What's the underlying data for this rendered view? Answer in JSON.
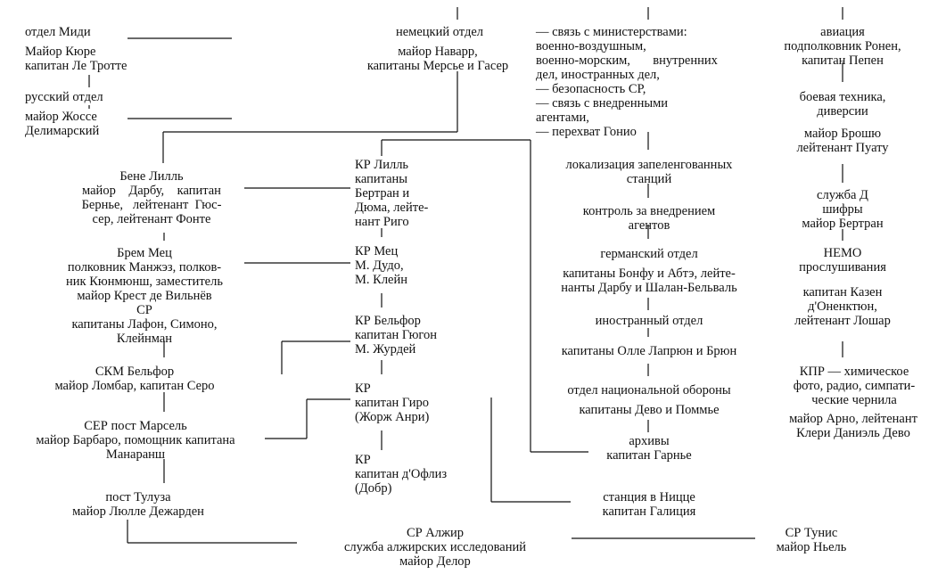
{
  "nodes": {
    "midi": "отдел Миди",
    "midi_staff": "Майор Кюре\nкапитан Ле Тротте",
    "russian": "русский отдел",
    "russian_staff": "майор Жоссе\nДелимарский",
    "german": "немецкий отдел",
    "german_staff": "майор Наварр,\nкапитаны Мерсье и Гасер",
    "liaison": "— связь с министерствами:\nвоенно-воздушным,\nвоенно-морским,       внутренних\nдел, иностранных дел,\n— безопасность СР,\n— связь с внедренными\nагентами,\n— перехват Гонио",
    "aviation": "авиация\nподполковник Ронен,\nкапитан Пепен",
    "bene_lille": "Бене Лилль\nмайор    Дарбу,    капитан\nБернье,   лейтенант  Гюс-\nсер, лейтенант Фонте",
    "kr_lille": "КР Лилль\nкапитаны\nБертран и\nДюма, лейте-\nнант Риго",
    "localization": "локализация запеленгованных\nстанций",
    "combat": "боевая техника,\nдиверсии",
    "combat_staff": "майор Брошю\nлейтенант Пуату",
    "control": "контроль за внедрением\nагентов",
    "service_d": "служба Д\nшифры\nмайор Бертран",
    "brem_metz": "Брем Мец\nполковник Манжэз, полков-\nник Кюнмюнш, заместитель\nмайор Крест де Вильнёв\nСР\nкапитаны Лафон, Симоно,\nКлейнман",
    "kr_metz": "КР Мец\nМ. Дудо,\nМ. Клейн",
    "german_dept": "германский отдел",
    "german_dept_staff": "капитаны Бонфу и Абтэ, лейте-\nнанты Дарбу и Шалан-Бельваль",
    "nemo": "НЕМО\nпрослушивания",
    "nemo_staff": "капитан Казен\nд'Оненктюн,\nлейтенант Лошар",
    "foreign_dept": "иностранный отдел",
    "kr_belfort": "КР Бельфор\nкапитан Гюгон\nМ. Журдей",
    "foreign_staff": "капитаны Олле Лапрюн и Брюн",
    "skm_belfort": "СКМ Бельфор\nмайор Ломбар, капитан Серо",
    "kpr": "КПР — химическое\nфото, радио, симпати-\nческие чернила",
    "national_defense": "отдел национальной обороны",
    "kr_giro": "КР\nкапитан Гиро\n(Жорж Анри)",
    "defense_staff": "капитаны Дево и Поммье",
    "kpr_staff": "майор Арно, лейтенант\nКлери Даниэль Дево",
    "ser_marseille": "СЕР пост Марсель\nмайор Барбаро, помощник капитана\nМанаранш",
    "archives": "архивы\nкапитан Гарнье",
    "kr_oflis": "КР\nкапитан д'Офлиз\n(Добр)",
    "toulouse": "пост Тулуза\nмайор Люлле Дежарден",
    "nice": "станция в Ницце\nкапитан Галиция",
    "algiers": "СР Алжир\nслужба алжирских исследований\nмайор Делор",
    "tunis": "СР Тунис\nмайор Ньель"
  }
}
